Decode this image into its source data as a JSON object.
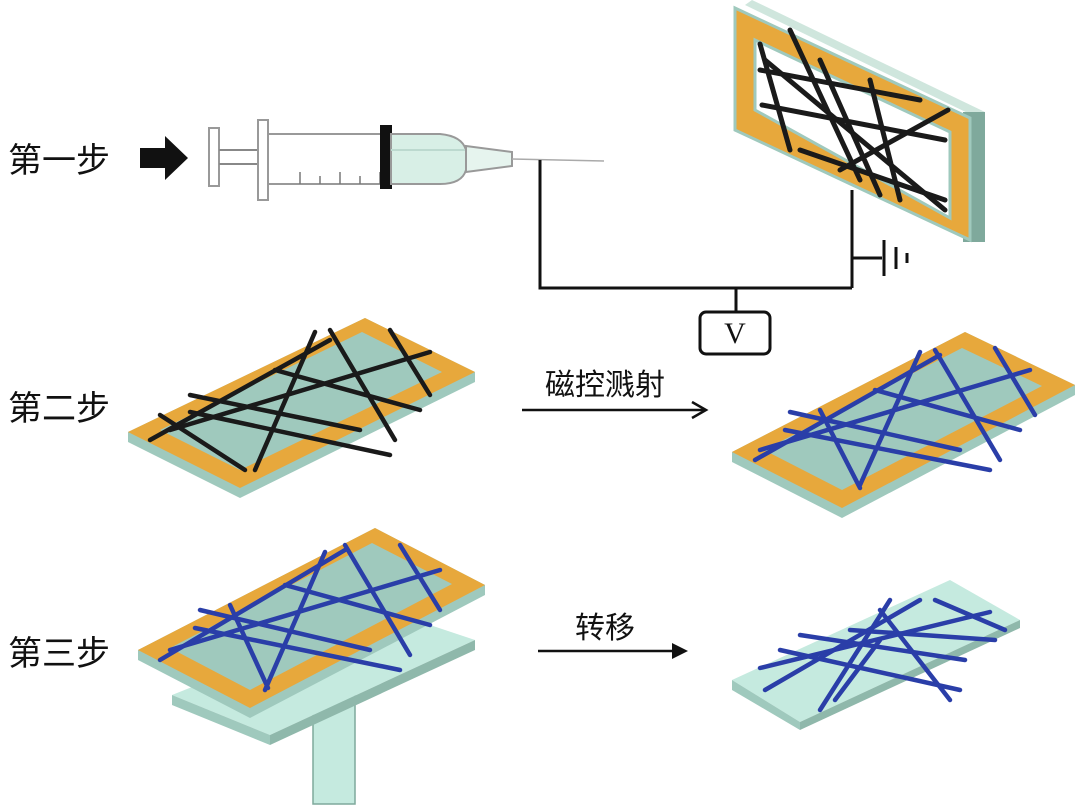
{
  "steps": {
    "step1": "第一步",
    "step2": "第二步",
    "step3": "第三步"
  },
  "arrows": {
    "sputtering": "磁控溅射",
    "transfer": "转移"
  },
  "meter": {
    "label": "V"
  },
  "colors": {
    "frame_face": "#e7a83c",
    "frame_side": "#9fc9bd",
    "frame_top": "#cfe6dd",
    "fiber_black": "#1a1a1a",
    "fiber_blue": "#2a3ea8",
    "syringe_liquid": "#d8efe6",
    "substrate": "#bfe7dc"
  },
  "icons": {
    "push_arrow": "arrow-right-icon",
    "ground": "ground-icon"
  }
}
